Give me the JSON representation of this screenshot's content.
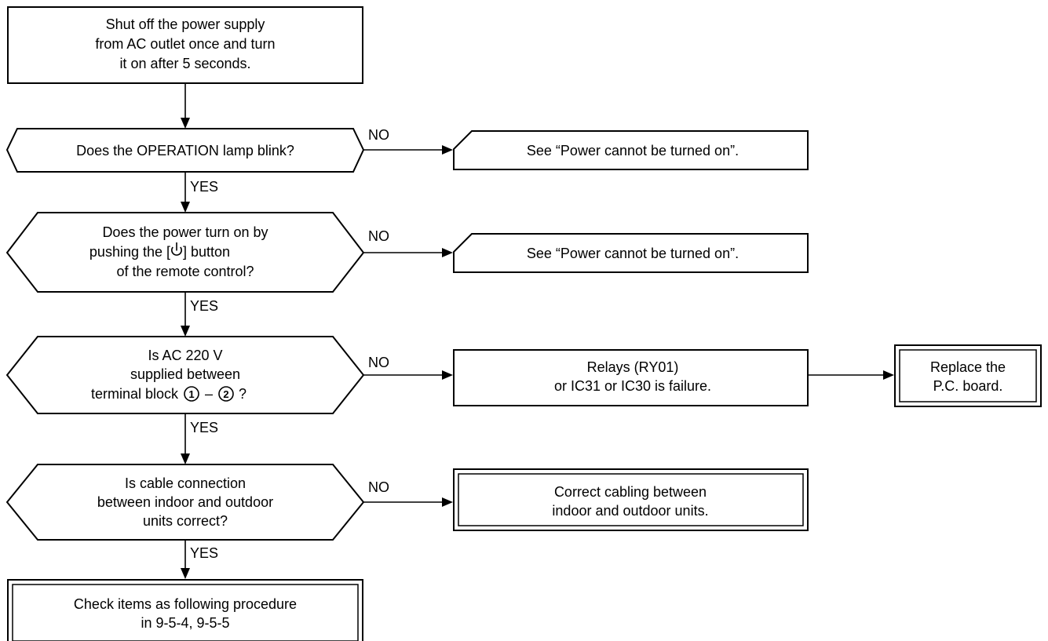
{
  "start_box": {
    "lines": [
      "Shut off the power supply",
      "from AC outlet once and turn",
      "it on after 5 seconds."
    ]
  },
  "decisions": [
    {
      "lines": [
        "Does the OPERATION lamp blink?"
      ],
      "no_label": "NO",
      "yes_label": "YES"
    },
    {
      "lines": [
        "Does the power turn on by",
        "pushing the [",
        "] button",
        "of the remote control?"
      ],
      "no_label": "NO",
      "yes_label": "YES"
    },
    {
      "lines": [
        "Is AC 220 V",
        "supplied between",
        "terminal block",
        "1",
        "–",
        "2",
        "?"
      ],
      "no_label": "NO",
      "yes_label": "YES"
    },
    {
      "lines": [
        "Is cable connection",
        "between indoor and outdoor",
        "units correct?"
      ],
      "no_label": "NO",
      "yes_label": "YES"
    }
  ],
  "no_results": {
    "see_power_1": "See “Power cannot be turned on”.",
    "see_power_2": "See “Power cannot be turned on”.",
    "relay_failure": [
      "Relays (RY01)",
      "or IC31 or IC30 is failure."
    ],
    "replace_board": [
      "Replace the",
      "P.C. board."
    ],
    "correct_cabling": [
      "Correct cabling between",
      "indoor and outdoor units."
    ]
  },
  "end_box": {
    "lines": [
      "Check items as following procedure",
      "in 9-5-4, 9-5-5"
    ]
  },
  "icons": {
    "power": "power-icon"
  }
}
